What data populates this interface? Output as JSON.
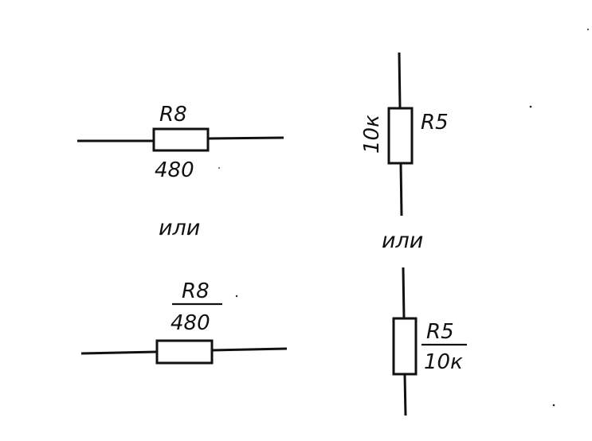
{
  "top_left": {
    "ref": "R8",
    "value": "480"
  },
  "top_right": {
    "ref": "R5",
    "value": "10к"
  },
  "bottom_left": {
    "ref": "R8",
    "value": "480"
  },
  "bottom_right": {
    "ref": "R5",
    "value": "10к"
  },
  "or_left": "или",
  "or_right": "или"
}
